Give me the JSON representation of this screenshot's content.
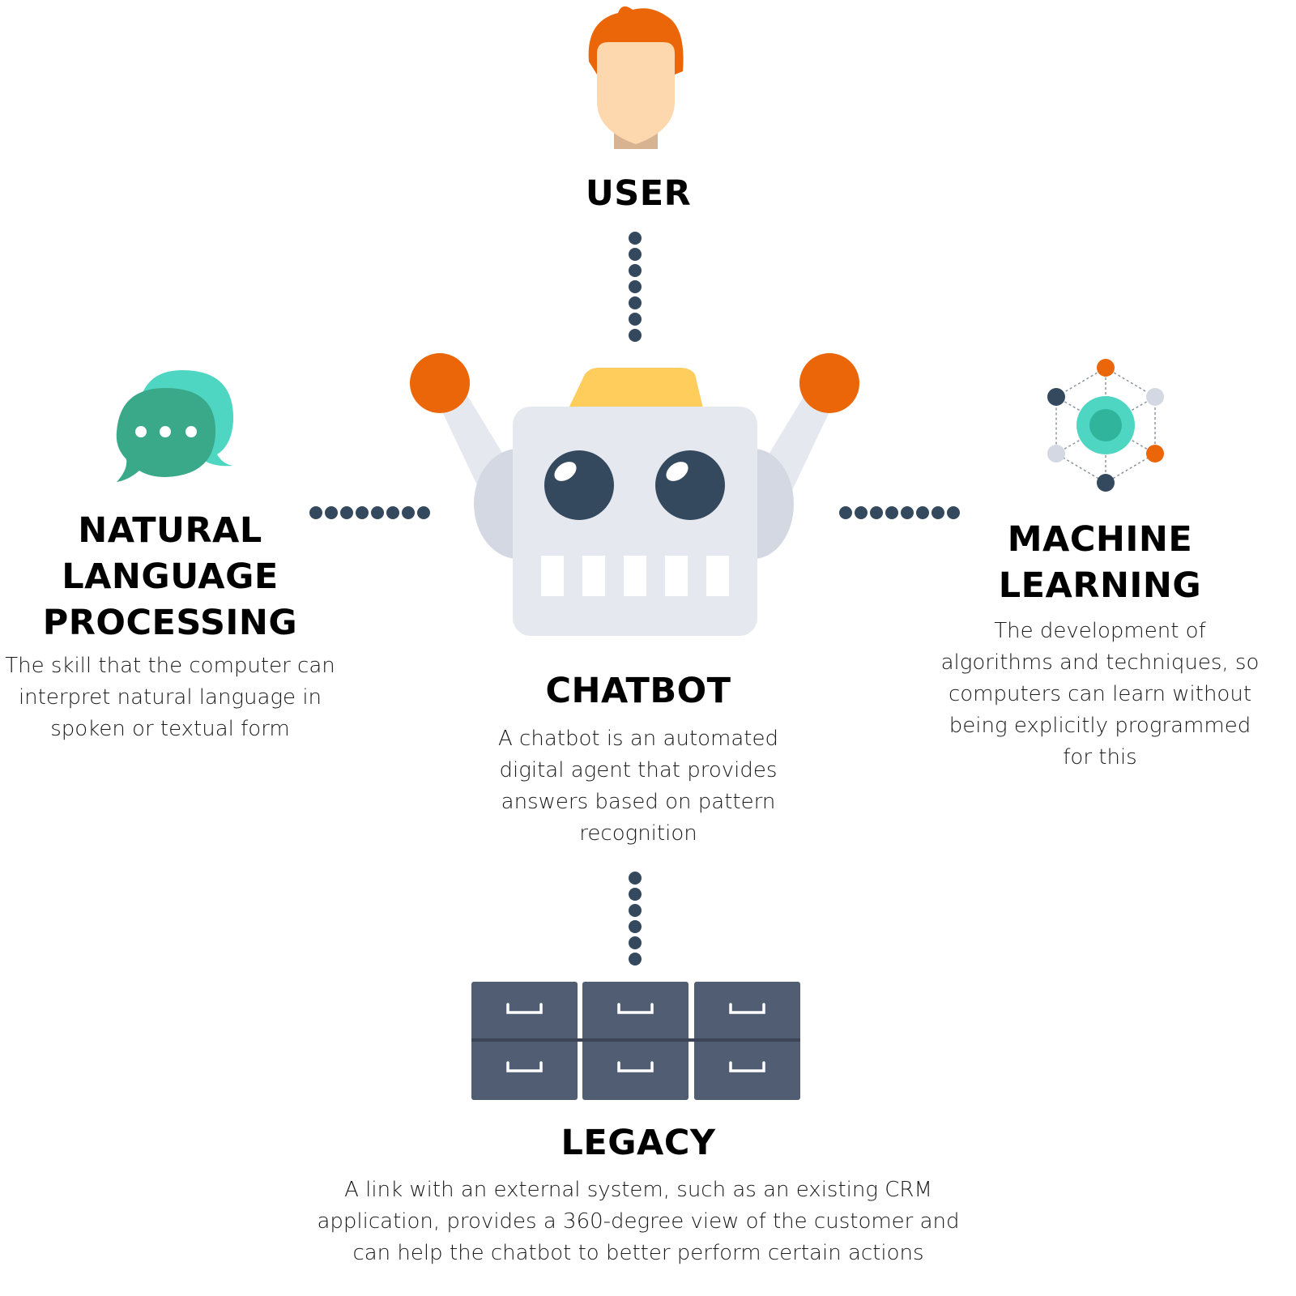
{
  "nodes": {
    "user": {
      "title": "USER"
    },
    "nlp": {
      "title_lines": [
        "NATURAL",
        "LANGUAGE",
        "PROCESSING"
      ],
      "desc_lines": [
        "The skill that the computer can",
        "interpret natural language in",
        "spoken or textual form"
      ]
    },
    "chatbot": {
      "title": "CHATBOT",
      "desc_lines": [
        "A chatbot is an automated",
        "digital agent that provides",
        "answers based on pattern",
        "recognition"
      ]
    },
    "ml": {
      "title_lines": [
        "MACHINE",
        "LEARNING"
      ],
      "desc_lines": [
        "The development of",
        "algorithms and techniques, so",
        "computers can learn without",
        "being explicitly programmed",
        "for this"
      ]
    },
    "legacy": {
      "title": "LEGACY",
      "desc_lines": [
        "A link with an external system, such as an existing CRM",
        "application, provides a 360-degree view of the customer and",
        "can help the chatbot to better perform certain actions"
      ]
    }
  },
  "icons": {
    "user": "user-avatar-icon",
    "nlp": "speech-bubbles-icon",
    "chatbot": "robot-icon",
    "ml": "neural-network-icon",
    "legacy": "filing-cabinet-icon"
  },
  "colors": {
    "connector": "#34495e",
    "orange": "#ea6608",
    "teal": "#4fd6c2",
    "dark_teal": "#3aa98a",
    "yellow": "#fecd5b",
    "robot_body": "#e5e8ee",
    "cabinet": "#515d72"
  }
}
